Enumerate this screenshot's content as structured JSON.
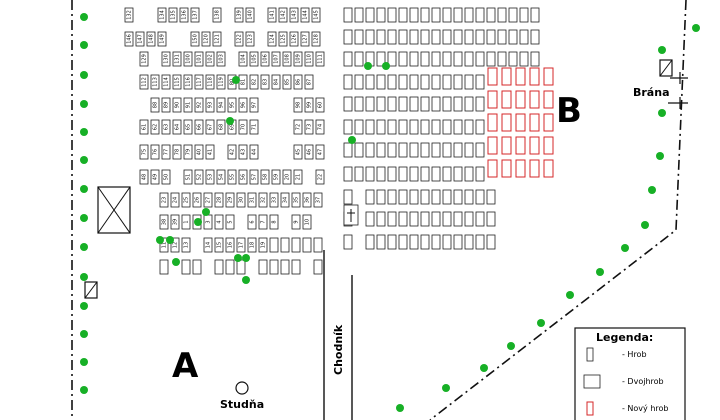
{
  "map": {
    "sections": [
      {
        "id": "A",
        "label": "A"
      },
      {
        "id": "B",
        "label": "B"
      }
    ],
    "labels": {
      "well": "Studňa",
      "gate": "Brána",
      "path": "Chodník"
    },
    "legend": {
      "title": "Legenda:",
      "items": [
        {
          "kind": "single",
          "label": "- Hrob"
        },
        {
          "kind": "double",
          "label": "- Dvojhrob"
        },
        {
          "kind": "new",
          "label": "- Nový hrob"
        }
      ]
    },
    "colors": {
      "tree": "#17b026",
      "new_grave": "#d62728",
      "outline": "#222222"
    },
    "icons": [
      "tree-icon",
      "cross-icon",
      "well-icon",
      "chapel-icon",
      "gate-icon"
    ],
    "grave_numbers": [
      "132",
      "134",
      "135",
      "136",
      "137",
      "138",
      "139",
      "140",
      "141",
      "142",
      "143",
      "144",
      "145",
      "146",
      "147",
      "148",
      "149",
      "150",
      "120",
      "121",
      "122",
      "123",
      "124",
      "125",
      "126",
      "127",
      "128",
      "129",
      "130",
      "131",
      "100",
      "101",
      "102",
      "103",
      "104",
      "105",
      "106",
      "107",
      "108",
      "109",
      "110",
      "111",
      "112",
      "113",
      "114",
      "115",
      "116",
      "117",
      "118",
      "119",
      "80",
      "81",
      "82",
      "83",
      "84",
      "85",
      "86",
      "87",
      "88",
      "89",
      "90",
      "91",
      "92",
      "93",
      "94",
      "95",
      "96",
      "97",
      "98",
      "99",
      "60",
      "61",
      "62",
      "63",
      "64",
      "65",
      "66",
      "67",
      "68",
      "69",
      "70",
      "71",
      "72",
      "73",
      "74",
      "75",
      "76",
      "77",
      "78",
      "79",
      "40",
      "41",
      "42",
      "43",
      "44",
      "45",
      "46",
      "47",
      "48",
      "49",
      "50",
      "51",
      "52",
      "53",
      "54",
      "55",
      "56",
      "57",
      "58",
      "59",
      "20",
      "21",
      "22",
      "23",
      "24",
      "25",
      "26",
      "27",
      "28",
      "29",
      "30",
      "31",
      "32",
      "33",
      "34",
      "35",
      "36",
      "37",
      "38",
      "39",
      "1",
      "2",
      "3",
      "4",
      "5",
      "6",
      "7",
      "8",
      "9",
      "10",
      "11",
      "12",
      "13",
      "14",
      "15",
      "16",
      "17",
      "18",
      "19"
    ]
  }
}
